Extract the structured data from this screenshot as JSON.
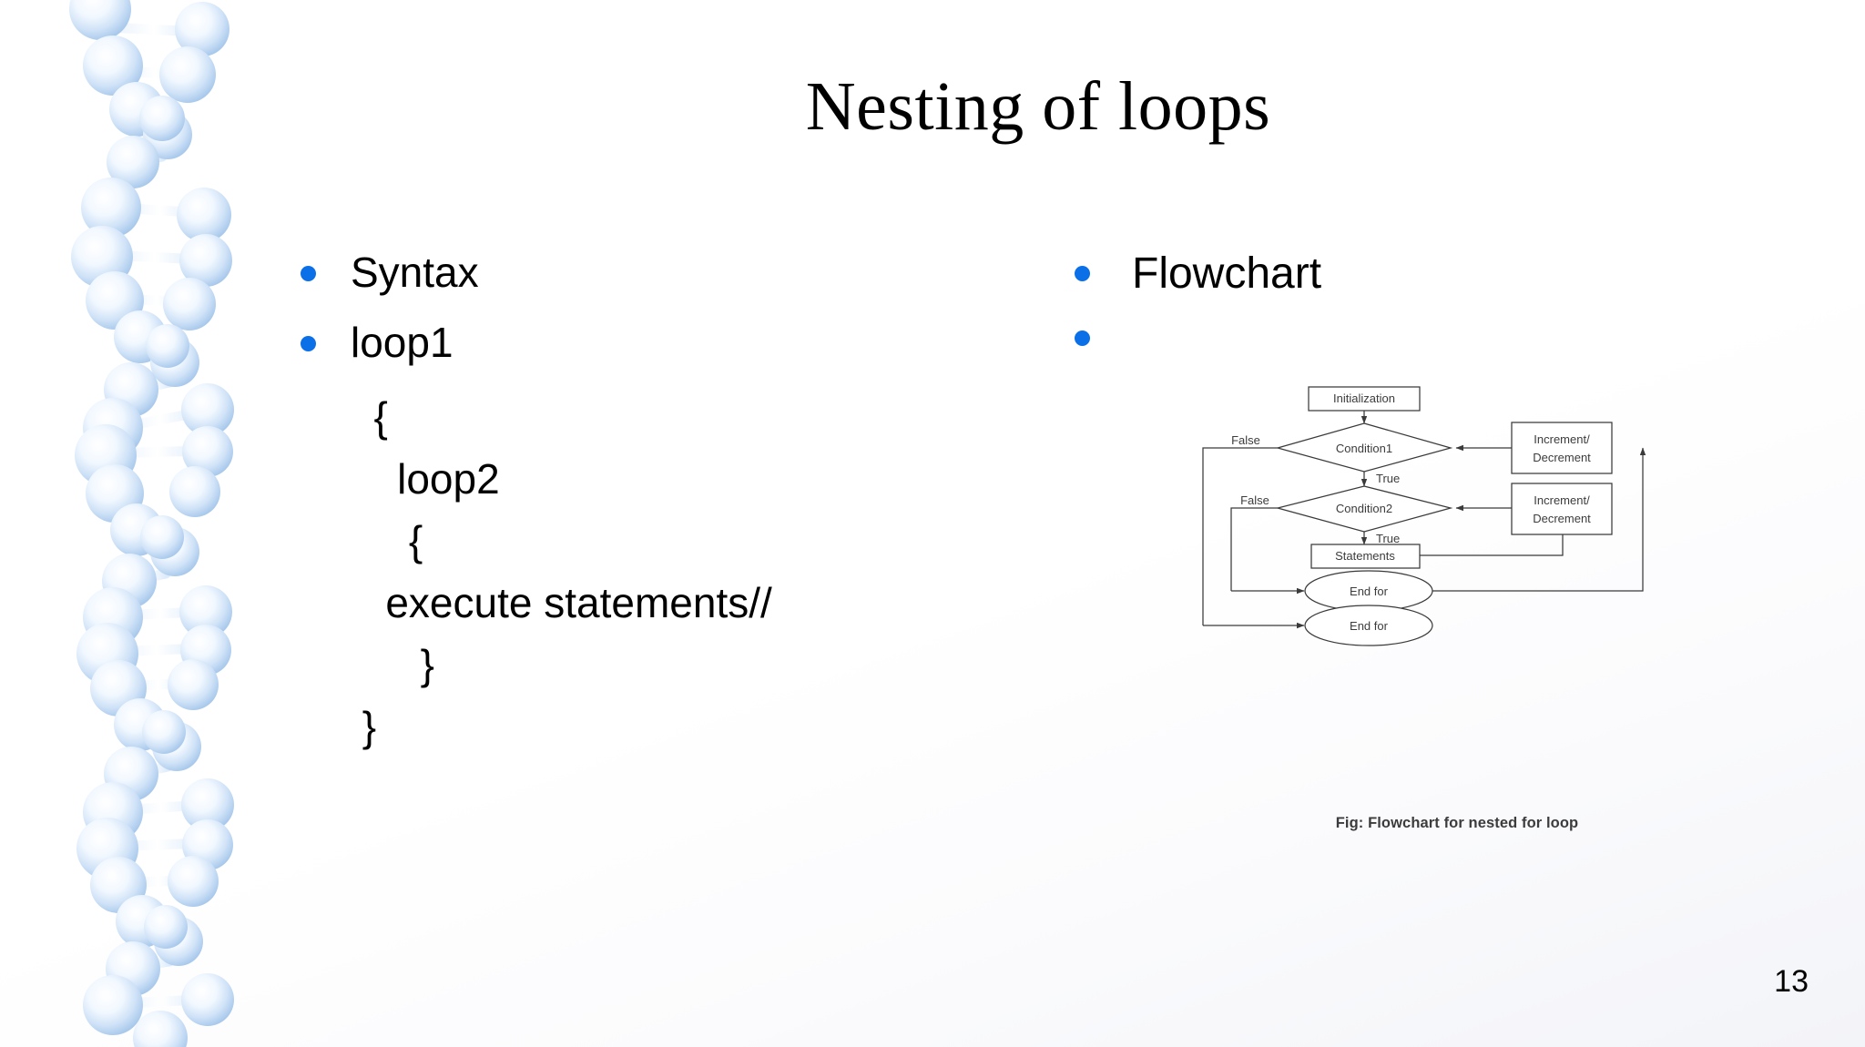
{
  "slide": {
    "title": "Nesting of loops",
    "page_number": "13",
    "accent_color": "#0B6FE8",
    "background_color": "#ffffff"
  },
  "decoration": {
    "name": "dna-helix-graphic",
    "sphere_color": "#bcd6f2",
    "sphere_highlight": "#ffffff"
  },
  "left_column": {
    "bullets": [
      {
        "label": "Syntax"
      },
      {
        "label": "loop1"
      }
    ],
    "code_lines": [
      {
        "text": "  {"
      },
      {
        "text": "    loop2"
      },
      {
        "text": "     {"
      },
      {
        "text": "   execute statements//"
      },
      {
        "text": "      }"
      },
      {
        "text": " }"
      }
    ]
  },
  "right_column": {
    "bullets": [
      {
        "label": "Flowchart"
      },
      {
        "label": ""
      }
    ],
    "figure_caption": "Fig: Flowchart for nested for loop"
  },
  "chart_data": {
    "type": "diagram",
    "title": "Fig: Flowchart for nested for loop",
    "nodes": [
      {
        "id": "init",
        "shape": "rect",
        "label": "Initialization"
      },
      {
        "id": "cond1",
        "shape": "diamond",
        "label": "Condition1"
      },
      {
        "id": "inc1",
        "shape": "rect",
        "label": "Increment/\nDecrement",
        "line1": "Increment/",
        "line2": "Decrement"
      },
      {
        "id": "cond2",
        "shape": "diamond",
        "label": "Condition2"
      },
      {
        "id": "inc2",
        "shape": "rect",
        "label": "Increment/\nDecrement",
        "line1": "Increment/",
        "line2": "Decrement"
      },
      {
        "id": "stmts",
        "shape": "rect",
        "label": "Statements"
      },
      {
        "id": "end1",
        "shape": "ellipse",
        "label": "End for"
      },
      {
        "id": "end2",
        "shape": "ellipse",
        "label": "End for"
      }
    ],
    "edge_labels": [
      {
        "id": "false1",
        "label": "False"
      },
      {
        "id": "true1",
        "label": "True"
      },
      {
        "id": "false2",
        "label": "False"
      },
      {
        "id": "true2",
        "label": "True"
      }
    ],
    "edges": [
      {
        "from": "init",
        "to": "cond1",
        "label": ""
      },
      {
        "from": "cond1",
        "to": "end2",
        "label": "False"
      },
      {
        "from": "cond1",
        "to": "cond2",
        "label": "True"
      },
      {
        "from": "cond2",
        "to": "end1",
        "label": "False"
      },
      {
        "from": "cond2",
        "to": "stmts",
        "label": "True"
      },
      {
        "from": "stmts",
        "to": "inc2",
        "label": ""
      },
      {
        "from": "inc2",
        "to": "cond2",
        "label": ""
      },
      {
        "from": "end1",
        "to": "inc1",
        "label": ""
      },
      {
        "from": "inc1",
        "to": "cond1",
        "label": ""
      }
    ],
    "stroke_color": "#3a3a3a",
    "text_color": "#3c3c3c"
  }
}
